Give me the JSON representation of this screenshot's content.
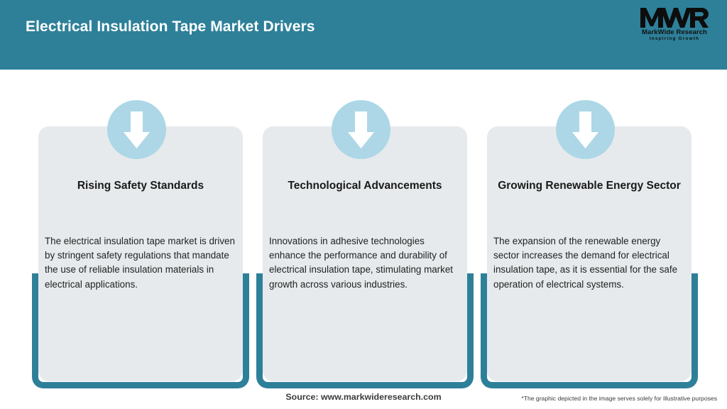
{
  "header": {
    "title": "Electrical Insulation Tape Market Drivers",
    "background_color": "#2E8099",
    "title_color": "#FFFFFF"
  },
  "logo": {
    "mark_text": "MWR",
    "company_name": "MarkWide Research",
    "tagline": "Inspiring Growth"
  },
  "theme": {
    "accent_teal": "#2E8099",
    "card_background": "#E6EAEC",
    "icon_circle_color": "#ADD7E6",
    "arrow_color": "#FFFFFF",
    "page_background": "#FFFFFF"
  },
  "cards": [
    {
      "icon": "arrow-down-icon",
      "title": "Rising Safety Standards",
      "body": "The electrical insulation tape market is driven by stringent safety regulations that mandate the use of reliable insulation materials in electrical applications."
    },
    {
      "icon": "arrow-down-icon",
      "title": "Technological Advancements",
      "body": "Innovations in adhesive technologies enhance the performance and durability of electrical insulation tape, stimulating market growth across various industries."
    },
    {
      "icon": "arrow-down-icon",
      "title": "Growing Renewable Energy Sector",
      "body": "The expansion of the renewable energy sector increases the demand for electrical insulation tape, as it is essential for the safe operation of electrical systems."
    }
  ],
  "footer": {
    "source": "Source: www.markwideresearch.com",
    "disclaimer": "*The graphic depicted in the image serves solely for illustrative purposes"
  }
}
